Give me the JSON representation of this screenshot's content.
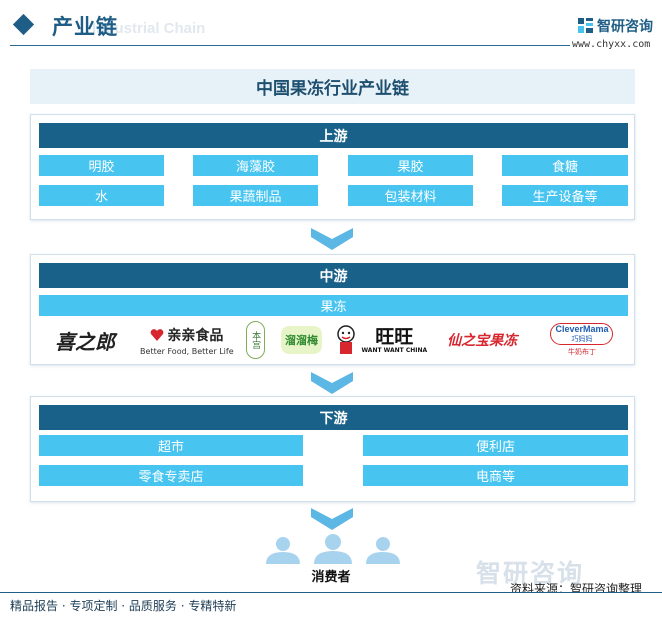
{
  "header": {
    "title": "产业链",
    "subtitle_en": "Industrial Chain",
    "brand_name": "智研咨询",
    "brand_url": "www.chyxx.com"
  },
  "main_title": "中国果冻行业产业链",
  "upstream": {
    "label": "上游",
    "items": [
      "明胶",
      "海藻胶",
      "果胶",
      "食糖",
      "水",
      "果蔬制品",
      "包装材料",
      "生产设备等"
    ]
  },
  "midstream": {
    "label": "中游",
    "product": "果冻",
    "brands": [
      {
        "name": "喜之郎",
        "text": "喜之郎"
      },
      {
        "name": "亲亲食品",
        "text": "亲亲食品",
        "tagline": "Better Food, Better Life"
      },
      {
        "name": "本宫",
        "text": "本宫"
      },
      {
        "name": "溜溜梅",
        "text": "溜溜梅"
      },
      {
        "name": "旺旺",
        "text": "旺旺",
        "tagline": "WANT WANT CHINA"
      },
      {
        "name": "仙之宝",
        "text": "仙之宝果冻"
      },
      {
        "name": "CleverMama",
        "text": "CleverMama",
        "sub": "巧妈妈",
        "tagline": "牛奶布丁"
      }
    ]
  },
  "downstream": {
    "label": "下游",
    "items": [
      "超市",
      "便利店",
      "零食专卖店",
      "电商等"
    ]
  },
  "consumer_label": "消费者",
  "source": "资料来源：智研咨询整理",
  "watermark": "智研咨询",
  "footer": "精品报告 · 专项定制 · 品质服务 · 专精特新",
  "colors": {
    "primary": "#1a6189",
    "cell": "#47c4ef",
    "title_bg": "#e7f1f8",
    "arrow": "#5cb7e4",
    "consumer": "#a7d3ef"
  }
}
